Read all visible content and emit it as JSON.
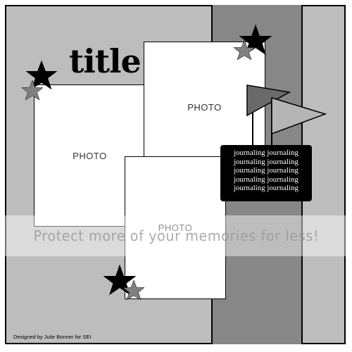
{
  "title": "title",
  "photos": [
    {
      "label": "PHOTO"
    },
    {
      "label": "PHOTO"
    },
    {
      "label": "PHOTO"
    }
  ],
  "journaling": {
    "lines": [
      "journaling journaling",
      "journaling journaling",
      "journaling journaling",
      "journaling journaling",
      "journaling journaling"
    ]
  },
  "watermark": "Protect more of your memories for less!",
  "credit": "Designed by Julie Bonner for SEI",
  "icons": [
    "star-icon",
    "pennant-icon"
  ],
  "colors": {
    "background": "#bdbdbd",
    "stripe": "#878787",
    "journal_block": "#000000",
    "star_dark": "#000000",
    "star_light": "#808080",
    "pennant_dark": "#6a6a6a",
    "pennant_light": "#b5b5b5"
  }
}
